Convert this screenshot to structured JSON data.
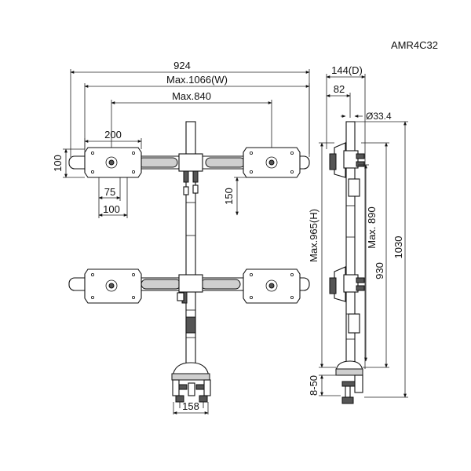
{
  "model": "AMR4C32",
  "dimensions": {
    "overall_width": "924",
    "max_width": "Max.1066(W)",
    "max_arm": "Max.840",
    "vesa_200": "200",
    "vesa_100_height": "100",
    "vesa_75": "75",
    "vesa_100_width": "100",
    "vertical_150": "150",
    "base_width": "158",
    "depth_144": "144(D)",
    "offset_82": "82",
    "pole_diameter": "Ø33.4",
    "max_height": "Max.965(H)",
    "max_890": "Max. 890",
    "height_930": "930",
    "height_1030": "1030",
    "clamp_range": "8-50"
  }
}
